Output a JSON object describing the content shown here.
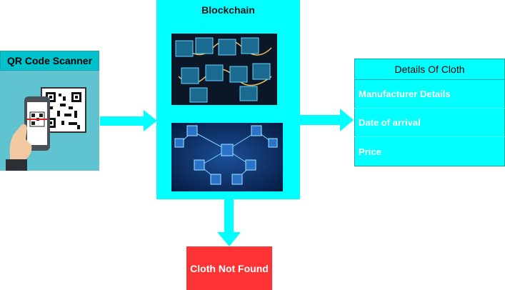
{
  "qr": {
    "title": "QR Code Scanner"
  },
  "blockchain": {
    "title": "Blockchain"
  },
  "details": {
    "title": "Details Of Cloth",
    "rows": [
      "Manufacturer Details",
      "Date of arrival",
      "Price"
    ]
  },
  "not_found": {
    "label": "Cloth Not Found"
  },
  "colors": {
    "cyan": "#00ffff",
    "teal": "#00c2cc",
    "red": "#ff3333"
  }
}
